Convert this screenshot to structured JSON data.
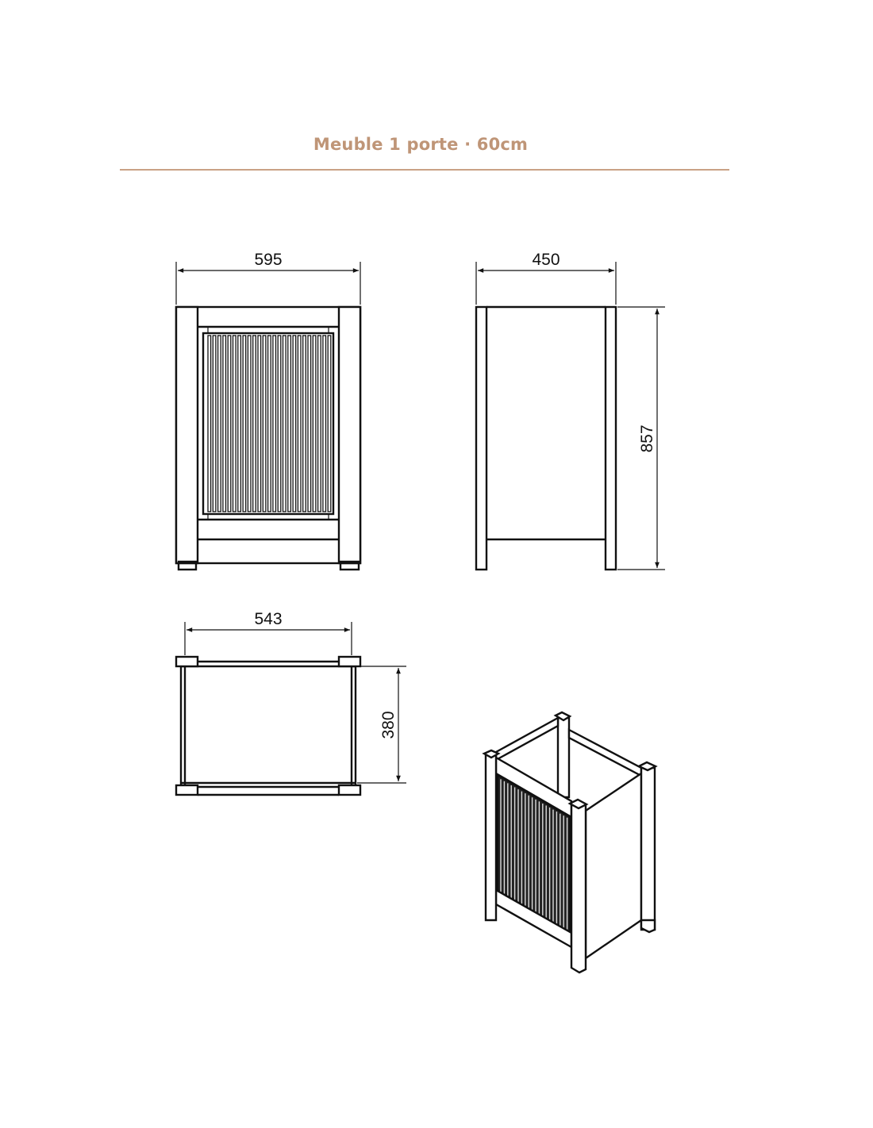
{
  "header": {
    "title": "Meuble 1 porte · 60cm"
  },
  "dimensions": {
    "front_width": "595",
    "side_depth": "450",
    "height": "857",
    "top_inner_width": "543",
    "top_inner_depth": "380"
  },
  "colors": {
    "accent": "#bf9577",
    "line": "#111111"
  }
}
